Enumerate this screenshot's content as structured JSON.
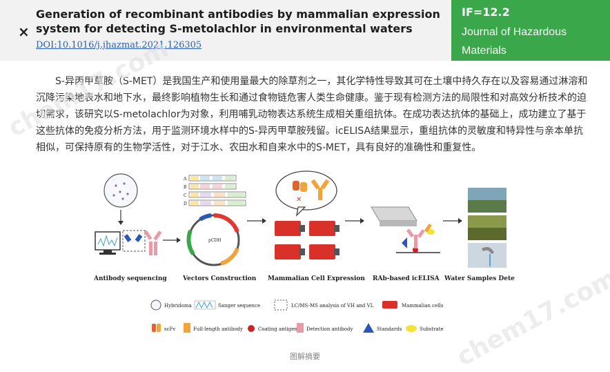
{
  "header": {
    "close_symbol": "×",
    "title": "Generation of recombinant antibodies by mammalian expression system for detecting S-metolachlor in environmental waters",
    "doi": "DOI:10.1016/j.jhazmat.2021.126305",
    "impact_factor": "IF=12.2",
    "journal": "Journal of Hazardous Materials"
  },
  "abstract": "S-异丙甲草胺（S-MET）是我国生产和使用量最大的除草剂之一，其化学特性导致其可在土壤中持久存在以及容易通过淋溶和沉降污染地表水和地下水，最终影响植物生长和通过食物链危害人类生命健康。鉴于现有检测方法的局限性和对高效分析技术的迫切需求，该研究以S-metolachlor为对象，利用哺乳动物表达系统生成相关重组抗体。在成功表达抗体的基础上，成功建立了基于这些抗体的免疫分析方法，用于监测环境水样中的S-异丙甲草胺残留。icELISA结果显示，重组抗体的灵敏度和特异性与亲本单抗相似，可保持原有的生物学活性，对于江水、农田水和自来水中的S-MET，具有良好的准确性和重复性。",
  "figure": {
    "steps": [
      "Antibody sequencing",
      "Vectors Construction",
      "Mammalian Cell Expression",
      "RAb-based icELISA",
      "Water Samples Detection"
    ],
    "plasmid_label": "pCDH",
    "construct_rows": [
      "A",
      "B",
      "C",
      "D"
    ],
    "legend_row1": [
      "Hybridoma",
      "Sanger sequence",
      "LC/MS-MS analysis of VH and VL",
      "Mammalian cells"
    ],
    "legend_row2": [
      "scFv",
      "Full-length antibody",
      "Coating antigen",
      "Detection antibody",
      "Standards",
      "Substrate"
    ],
    "colors": {
      "red": "#d9302a",
      "orange": "#f2a43a",
      "blue": "#2a57b8",
      "pink": "#e89aa6",
      "green": "#3aa84a"
    }
  },
  "caption": "图解摘要",
  "watermark": "chem17.com"
}
